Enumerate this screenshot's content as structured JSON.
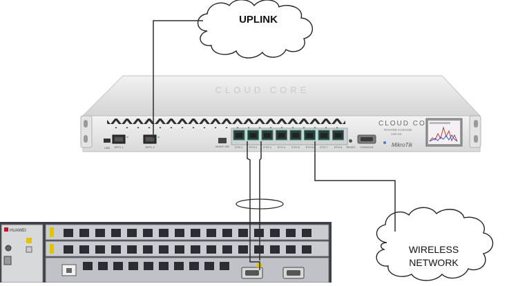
{
  "clouds": {
    "uplink": "UPLINK",
    "wireless_line1": "WIRELESS",
    "wireless_line2": "NETWORK"
  },
  "router": {
    "brand_logo": "CLOUD CORE",
    "model_line1": "CLOUD CORE",
    "model_line2": "ROUTER CCR1036",
    "model_line3": "12G-4S",
    "vendor": "MikroTik",
    "sfp1_label": "SFP1 1",
    "sfp2_label": "SFP1 2",
    "port_labels": [
      "ETH 1",
      "ETH 2",
      "ETH 3",
      "ETH 4",
      "ETH 5",
      "ETH 6",
      "ETH 7",
      "ETH 8"
    ],
    "mgmt_label": "MGMT SW",
    "reset_label": "RESET",
    "serial_label": "CONSOLE",
    "usb_label": "USB",
    "colors": {
      "body": "#e6e6e6",
      "top": "#dedede",
      "port": "#2e3d3a",
      "port_highlight": "#3d8d83",
      "screen_bg": "#f4f0f4"
    }
  },
  "olt": {
    "vendor": "HUAWEI",
    "colors": {
      "chassis": "#3b3f45",
      "card": "#c9ccd0",
      "port": "#2a2d33",
      "accent": "#e2c300"
    }
  },
  "link_ellipse": "lag",
  "cable_color": "#2b2b2b"
}
